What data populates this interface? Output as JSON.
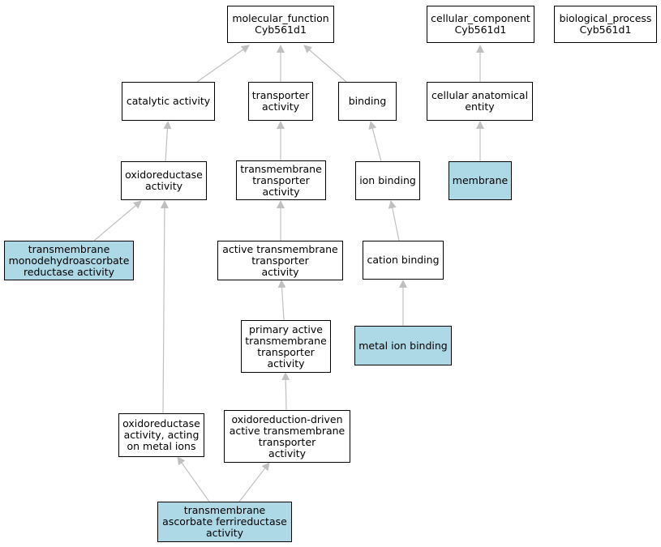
{
  "colors": {
    "highlight": "#add8e6",
    "edge": "#c0c0c0",
    "border": "#000000"
  },
  "nodes": {
    "mf": "molecular_function\nCyb561d1",
    "cc": "cellular_component\nCyb561d1",
    "bp": "biological_process\nCyb561d1",
    "catalytic": "catalytic activity",
    "transporter": "transporter\nactivity",
    "binding": "binding",
    "cae": "cellular anatomical\nentity",
    "oxidoreductase": "oxidoreductase\nactivity",
    "tmtransporter": "transmembrane\ntransporter\nactivity",
    "ionbinding": "ion binding",
    "membrane": "membrane",
    "tmmdhar": "transmembrane\nmonodehydroascorbate\nreductase activity",
    "activetm": "active transmembrane\ntransporter\nactivity",
    "cationbinding": "cation binding",
    "primaryactive": "primary active\ntransmembrane\ntransporter\nactivity",
    "metalion": "metal ion binding",
    "oxmetal": "oxidoreductase\nactivity, acting\non metal ions",
    "oxdriven": "oxidoreduction-driven\nactive transmembrane\ntransporter\nactivity",
    "tmascorbate": "transmembrane\nascorbate ferrireductase\nactivity"
  }
}
